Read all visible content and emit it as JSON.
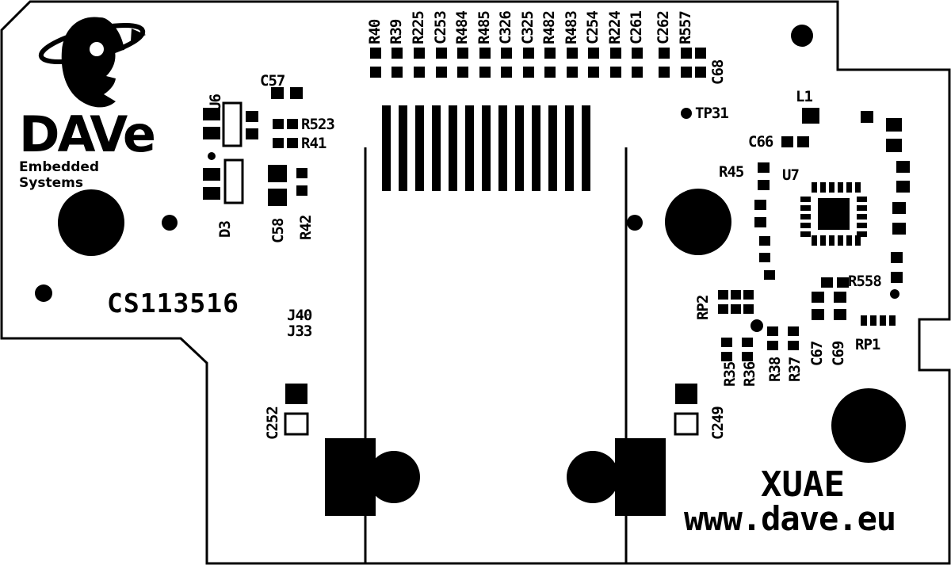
{
  "logo": {
    "brand": "DAVe",
    "tagline": "Embedded Systems"
  },
  "board": {
    "serial": "CS113516",
    "model": "XUAE",
    "website": "www.dave.eu"
  },
  "top_labels": [
    "R40",
    "R39",
    "R225",
    "C253",
    "R484",
    "R485",
    "C326",
    "C325",
    "R482",
    "R483",
    "C254",
    "R224",
    "C261",
    "C262",
    "R557"
  ],
  "refs": {
    "c68": "C68",
    "tp31": "TP31",
    "l1": "L1",
    "c66": "C66",
    "r45": "R45",
    "u7": "U7",
    "r558": "R558",
    "rp2": "RP2",
    "rp1": "RP1",
    "c67": "C67",
    "c69": "C69",
    "r35": "R35",
    "r36": "R36",
    "r38": "R38",
    "r37": "R37",
    "u6": "U6",
    "c57": "C57",
    "r523": "R523",
    "r41": "R41",
    "d3": "D3",
    "c58": "C58",
    "r42": "R42",
    "j40": "J40",
    "j33": "J33",
    "c252": "C252",
    "c249": "C249"
  },
  "colors": {
    "silk": "#000000",
    "background": "#ffffff"
  }
}
